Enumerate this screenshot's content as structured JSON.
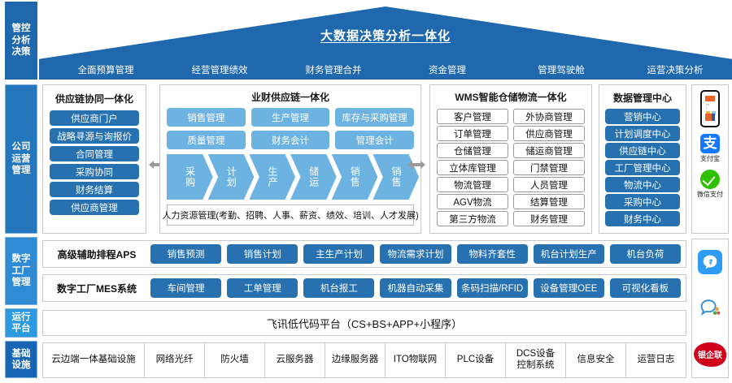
{
  "banner": {
    "title": "大数据决策分析一体化",
    "items": [
      "全面预算管理",
      "经营管理绩效",
      "财务管理合并",
      "资金管理",
      "管理驾驶舱",
      "运营决策分析"
    ]
  },
  "sidebar": {
    "items": [
      {
        "key": "decision",
        "label": "管控\n分析\n决策"
      },
      {
        "key": "operation",
        "label": "公司\n运营\n管理"
      },
      {
        "key": "factory",
        "label": "数字\n工厂\n管理"
      },
      {
        "key": "runtime",
        "label": "运行\n平台"
      },
      {
        "key": "infrastructure",
        "label": "基础\n设施"
      }
    ]
  },
  "supply_chain": {
    "title": "供应链协同一体化",
    "items": [
      "供应商门户",
      "战略寻源与询报价",
      "合同管理",
      "采购协同",
      "财务结算",
      "供应商管理"
    ]
  },
  "core": {
    "title": "业财供应链一体化",
    "modules": [
      "销售管理",
      "生产管理",
      "库存与采购管理",
      "质量管理",
      "财务会计",
      "管理会计"
    ],
    "process": [
      "采购",
      "计划",
      "生产",
      "储运",
      "销售",
      "销售"
    ],
    "hr": "人力资源管理(考勤、招聘、人事、薪资、绩效、培训、人才发展)"
  },
  "wms": {
    "title": "WMS智能仓储物流一体化",
    "left_items": [
      "客户管理",
      "订单管理",
      "仓储管理",
      "立体库管理",
      "物流管理",
      "AGV物流",
      "第三方物流"
    ],
    "right_items": [
      "外协商管理",
      "供应商管理",
      "储运商管理",
      "门禁管理",
      "人员管理",
      "结算管理",
      "财务管理"
    ]
  },
  "data_center": {
    "title": "数据管理中心",
    "items": [
      "营销中心",
      "计划调度中心",
      "供应链中心",
      "工厂管理中心",
      "物流中心",
      "采购中心",
      "财务中心"
    ]
  },
  "rail": {
    "phone_name": "mobile-app-mockup",
    "alipay_glyph": "支",
    "alipay_label": "支付宝",
    "wechat_label": "微信支付",
    "union_label": "银企联"
  },
  "aps": {
    "label": "高级辅助排程APS",
    "items": [
      "销售预测",
      "销售计划",
      "主生产计划",
      "物流需求计划",
      "物料齐套性",
      "机台计划生产",
      "机台负荷"
    ]
  },
  "mes": {
    "label": "数字工厂MES系统",
    "items": [
      "车间管理",
      "工单管理",
      "机台报工",
      "机器自动采集",
      "条码扫描/RFID",
      "设备管理OEE",
      "可视化看板"
    ]
  },
  "platform": {
    "label": "飞讯低代码平台（CS+BS+APP+小程序）"
  },
  "infrastructure": {
    "items": [
      "云边端一体基础设施",
      "网络光纤",
      "防火墙",
      "云服务器",
      "边缘服务器",
      "ITO物联网",
      "PLC设备",
      "DCS设备\n控制系统",
      "信息安全",
      "运营日志"
    ]
  },
  "colors": {
    "banner_blue": "#1f68ad",
    "pill_dark": "#2771b0",
    "pill_light": "#6db3e2",
    "sidebar_blue": "#2476bd",
    "arrow_gray": "#9a9a9a",
    "alipay_blue": "#1677ff",
    "wechat_green": "#2dc100",
    "seal_red": "#d0021b"
  }
}
